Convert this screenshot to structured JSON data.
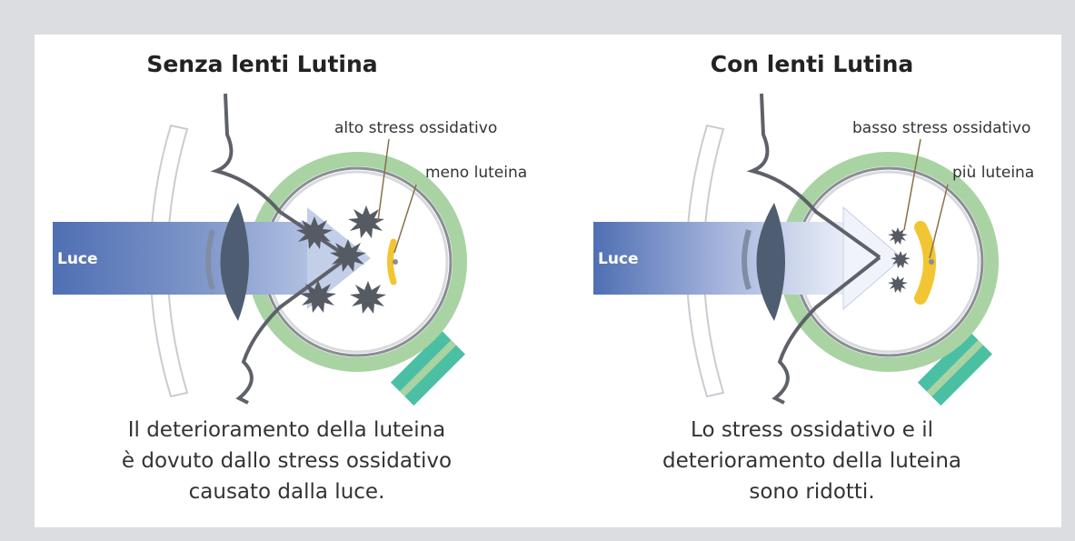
{
  "left": {
    "title": "Senza lenti Lutina",
    "label_stress": "alto stress ossidativo",
    "label_lutein": "meno luteina",
    "light_label": "Luce",
    "caption": [
      "Il deterioramento della luteina",
      "è dovuto dallo stress ossidativo",
      "causato dalla luce."
    ]
  },
  "right": {
    "title": "Con lenti Lutina",
    "label_stress": "basso stress ossidativo",
    "label_lutein": "più luteina",
    "light_label": "Luce",
    "caption": [
      "Lo stress ossidativo e il",
      "deterioramento della luteina",
      "sono ridotti."
    ]
  },
  "colors": {
    "background": "#dcdde0",
    "panel": "#ffffff",
    "light_beam": "#5a79b8",
    "eye_ring": "#a9d3a3",
    "optic_nerve": "#4bbfa3",
    "lutein": "#f2c533",
    "free_radical": "#555a63"
  }
}
